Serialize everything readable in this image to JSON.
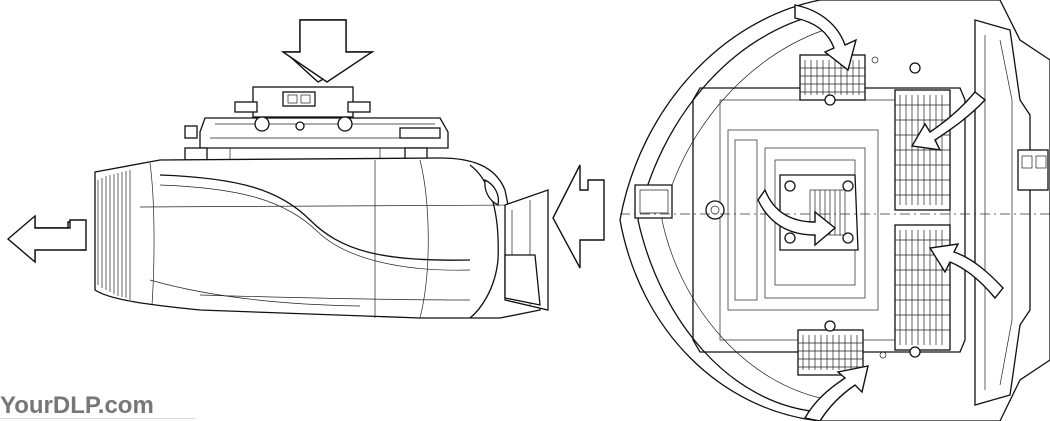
{
  "watermark": {
    "text": "YourDLP.com"
  },
  "figure": {
    "arrows": [
      "airflow-intake-top-arrow",
      "airflow-exhaust-left-arrow",
      "airflow-intake-right-arrow"
    ],
    "colors": {
      "line": "#111111",
      "background": "#ffffff",
      "watermark": "#777777"
    }
  }
}
